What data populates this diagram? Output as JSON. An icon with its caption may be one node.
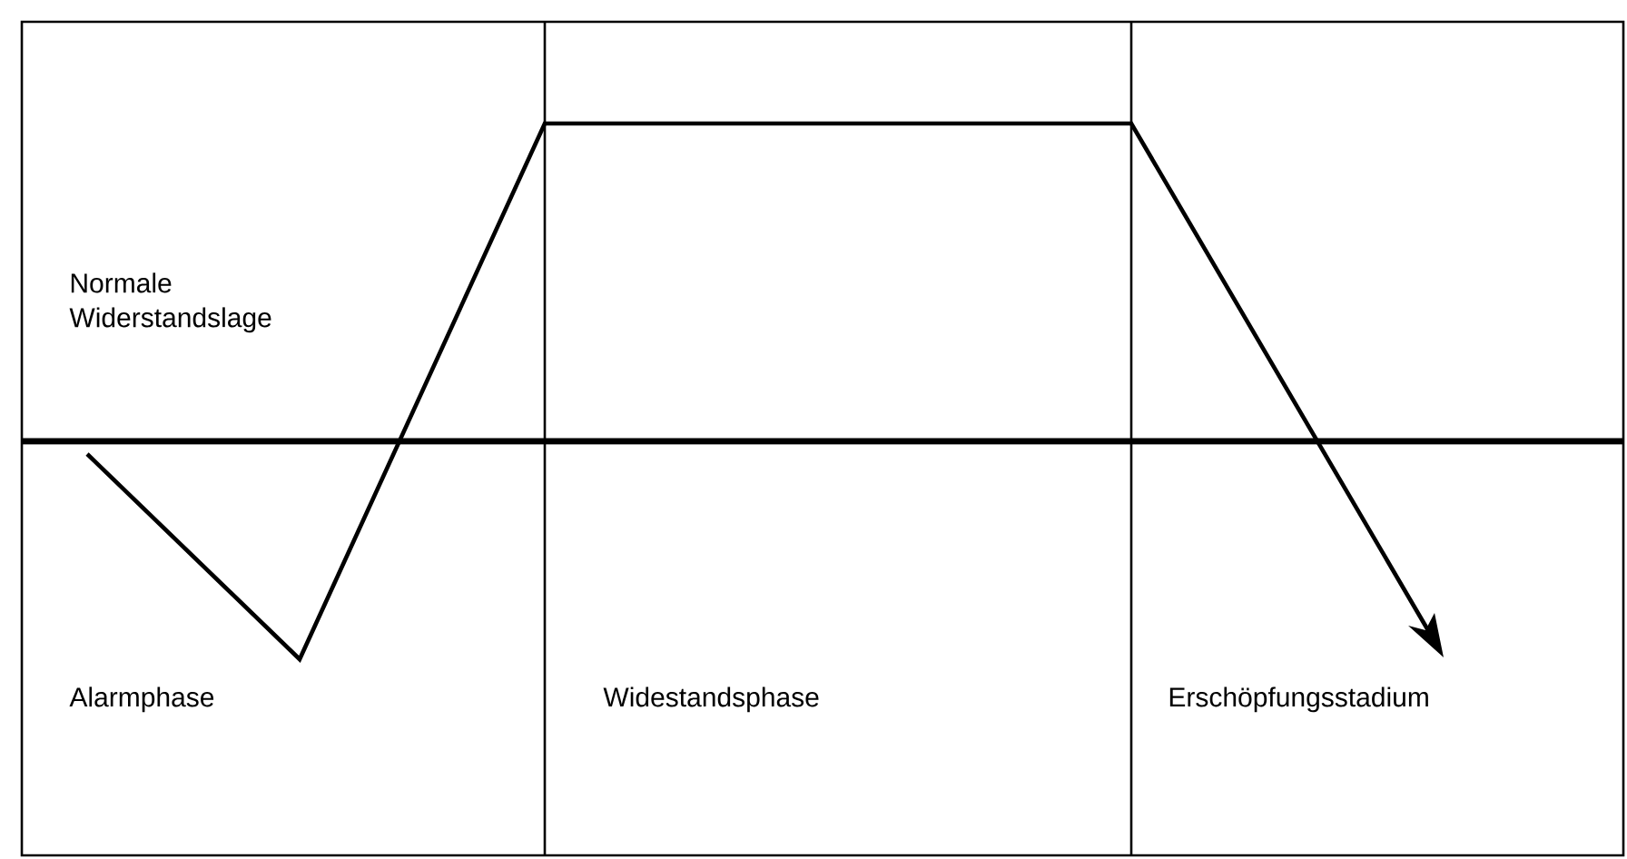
{
  "diagram": {
    "labels": [
      "Normale Widerstandslage",
      "Alarmphase",
      "Widestandsphase",
      "Erschöpfungsstadium"
    ]
  }
}
